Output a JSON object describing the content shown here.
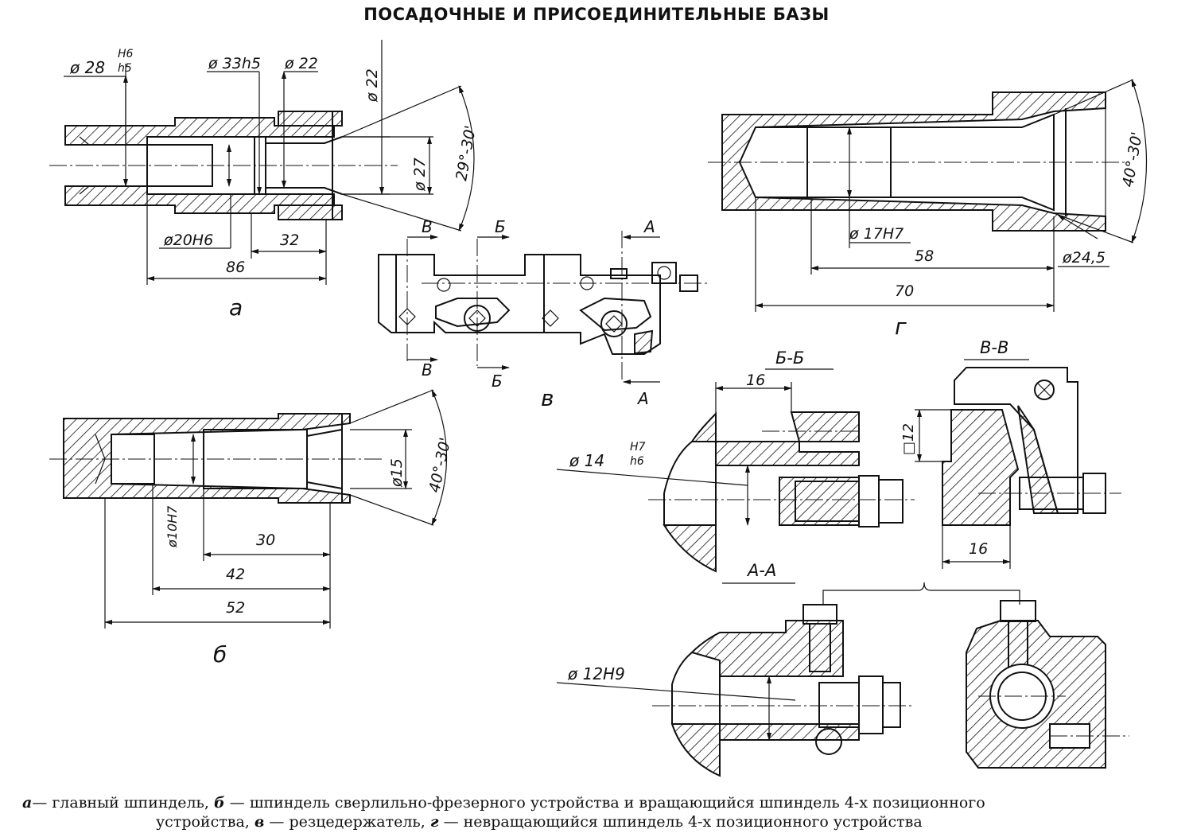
{
  "title": "ПОСАДОЧНЫЕ И ПРИСОЕДИНИТЕЛЬНЫЕ БАЗЫ",
  "views": {
    "a": {
      "label": "a",
      "dims": {
        "d28_main": "ø 28",
        "d28_fit_top": "H6",
        "d28_fit_bottom": "h5",
        "d33": "ø 33h5",
        "d22_top": "ø 22",
        "d22_vert": "ø 22",
        "d27": "ø 27",
        "angle": "29°-30'",
        "d20": "ø20H6",
        "len32": "32",
        "len86": "86"
      }
    },
    "b": {
      "label": "б",
      "dims": {
        "d15": "ø15",
        "angle": "40°-30'",
        "d10": "ø10H7",
        "len30": "30",
        "len42": "42",
        "len52": "52"
      }
    },
    "v": {
      "label": "в",
      "sections": {
        "B_top": "В",
        "B_bot": "В",
        "Bb_top": "Б",
        "Bb_bot": "Б",
        "A_top": "А",
        "A_bot": "А"
      }
    },
    "g": {
      "label": "г",
      "dims": {
        "d17": "ø 17H7",
        "angle": "40°-30'",
        "d245": "ø24,5",
        "len58": "58",
        "len70": "70"
      }
    },
    "section_bb": {
      "title": "Б-Б",
      "dim16": "16",
      "d14_main": "ø 14",
      "d14_top": "H7",
      "d14_bottom": "h6"
    },
    "section_vv": {
      "title": "В-В",
      "dim12": "□12",
      "dim16": "16"
    },
    "section_aa": {
      "title": "А-А",
      "d12": "ø 12H9"
    }
  },
  "caption": {
    "line1_a_key": "а",
    "line1_a_text": "— главный шпиндель,",
    "line1_b_key": "б",
    "line1_b_text": "— шпиндель сверлильно-фрезерного устройства и вращающийся шпиндель 4-х позиционного",
    "line2_pre": "устройства,",
    "line2_v_key": "в",
    "line2_v_text": "— резцедержатель,",
    "line2_g_key": "г",
    "line2_g_text": "— невращающийся шпиндель 4-х позиционного устройства"
  }
}
